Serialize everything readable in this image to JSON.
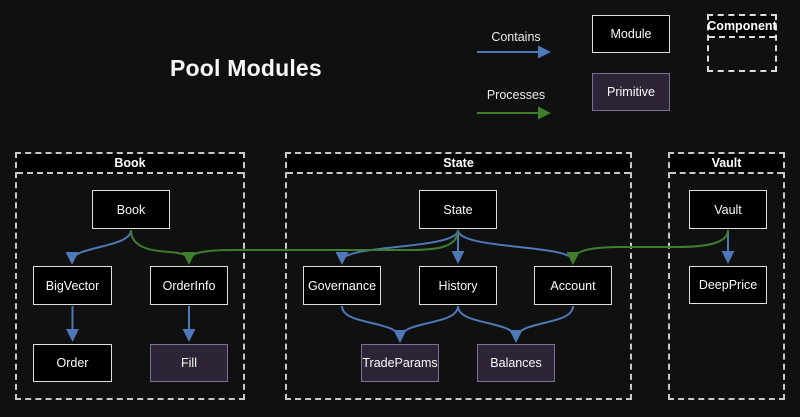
{
  "title": "Pool Modules",
  "legend": {
    "contains_label": "Contains",
    "processes_label": "Processes",
    "module_label": "Module",
    "primitive_label": "Primitive",
    "component_label": "Component"
  },
  "colors": {
    "background": "#101010",
    "contains_blue": "#4e79b8",
    "processes_green": "#3f7e2d",
    "module_fill": "#000000",
    "module_border": "#dedede",
    "primitive_fill": "#2d2438",
    "primitive_border": "#7e6f96",
    "container_border": "#c9c9c9",
    "text": "#f2f2f2"
  },
  "containers": {
    "book": {
      "title": "Book"
    },
    "state": {
      "title": "State"
    },
    "vault": {
      "title": "Vault"
    }
  },
  "nodes": {
    "book": "Book",
    "bigvector": "BigVector",
    "orderinfo": "OrderInfo",
    "order": "Order",
    "fill": "Fill",
    "state": "State",
    "governance": "Governance",
    "history": "History",
    "account": "Account",
    "tradeparams": "TradeParams",
    "balances": "Balances",
    "vault": "Vault",
    "deepprice": "DeepPrice"
  },
  "edges": [
    {
      "from": "Book",
      "to": "BigVector",
      "type": "contains"
    },
    {
      "from": "BigVector",
      "to": "Order",
      "type": "contains"
    },
    {
      "from": "OrderInfo",
      "to": "Fill",
      "type": "contains"
    },
    {
      "from": "State",
      "to": "Governance",
      "type": "contains"
    },
    {
      "from": "State",
      "to": "History",
      "type": "contains"
    },
    {
      "from": "State",
      "to": "Account",
      "type": "contains"
    },
    {
      "from": "Governance",
      "to": "TradeParams",
      "type": "contains"
    },
    {
      "from": "History",
      "to": "TradeParams",
      "type": "contains"
    },
    {
      "from": "History",
      "to": "Balances",
      "type": "contains"
    },
    {
      "from": "Account",
      "to": "Balances",
      "type": "contains"
    },
    {
      "from": "Vault",
      "to": "DeepPrice",
      "type": "contains"
    },
    {
      "from": "Book",
      "to": "OrderInfo",
      "type": "processes"
    },
    {
      "from": "State",
      "to": "OrderInfo",
      "type": "processes"
    },
    {
      "from": "Vault",
      "to": "Account",
      "type": "processes"
    }
  ]
}
